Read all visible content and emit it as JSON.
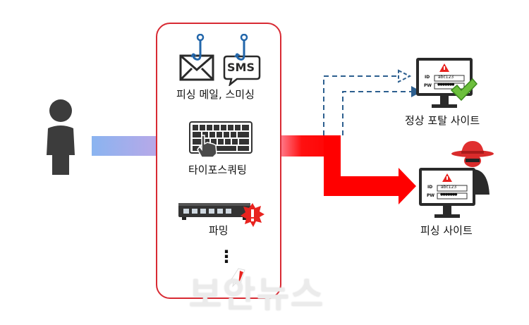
{
  "methods": [
    {
      "id": "smishing",
      "label": "피싱 메일, 스미싱",
      "sms_text": "SMS"
    },
    {
      "id": "typosquatting",
      "label": "타이포스쿼팅"
    },
    {
      "id": "pharming",
      "label": "파밍"
    }
  ],
  "more_indicator": "⋮",
  "sites": {
    "legit": {
      "label": "정상 포탈 사이트",
      "id_label": "ID",
      "id_value": "abc123",
      "pw_label": "PW",
      "pw_value": "●●●●●●●"
    },
    "phishing": {
      "label": "피싱 사이트",
      "id_label": "ID",
      "id_value": "abc123",
      "pw_label": "PW",
      "pw_value": "●●●●●●●"
    }
  },
  "watermark": "보안뉴스",
  "colors": {
    "panel_border": "#d82a33",
    "attack_arrow": "#ff0000",
    "legit_arrow": "#2d5f8f",
    "user_flow": "#8ab4f0",
    "user": "#3c3c3c",
    "check": "#6cbf3c",
    "hacker": "#e03030"
  },
  "icons": [
    "user-icon",
    "mail-icon",
    "fishhook-icon",
    "sms-bubble-icon",
    "keyboard-icon",
    "hand-icon",
    "router-icon",
    "warning-burst-icon",
    "monitor-icon",
    "checkmark-icon",
    "hacker-icon",
    "cursor-icon"
  ]
}
